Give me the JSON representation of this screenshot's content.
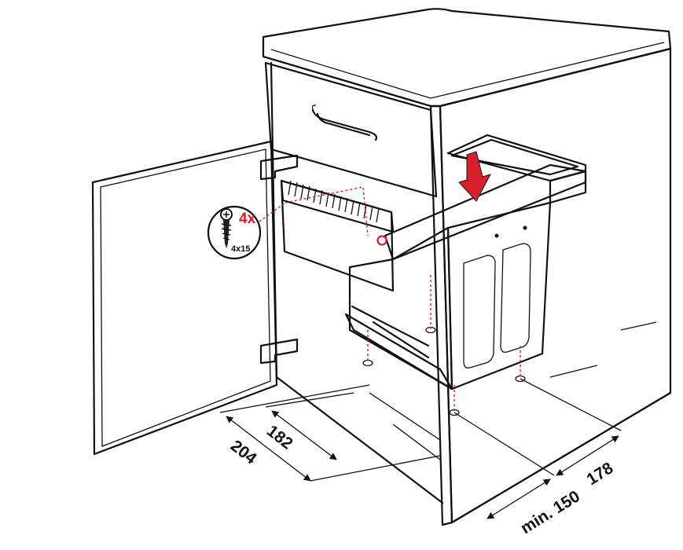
{
  "screw_callout": {
    "count": "4x",
    "size": "4x15",
    "icon": "screw-icon"
  },
  "dimensions": {
    "d204": "204",
    "d182": "182",
    "d178": "178",
    "dmin150": "min. 150"
  },
  "colors": {
    "marker_red": "#d4202a",
    "bin_gray": "#c9c9c9",
    "frame_gray": "#e4e4e4",
    "outline": "#111111"
  }
}
